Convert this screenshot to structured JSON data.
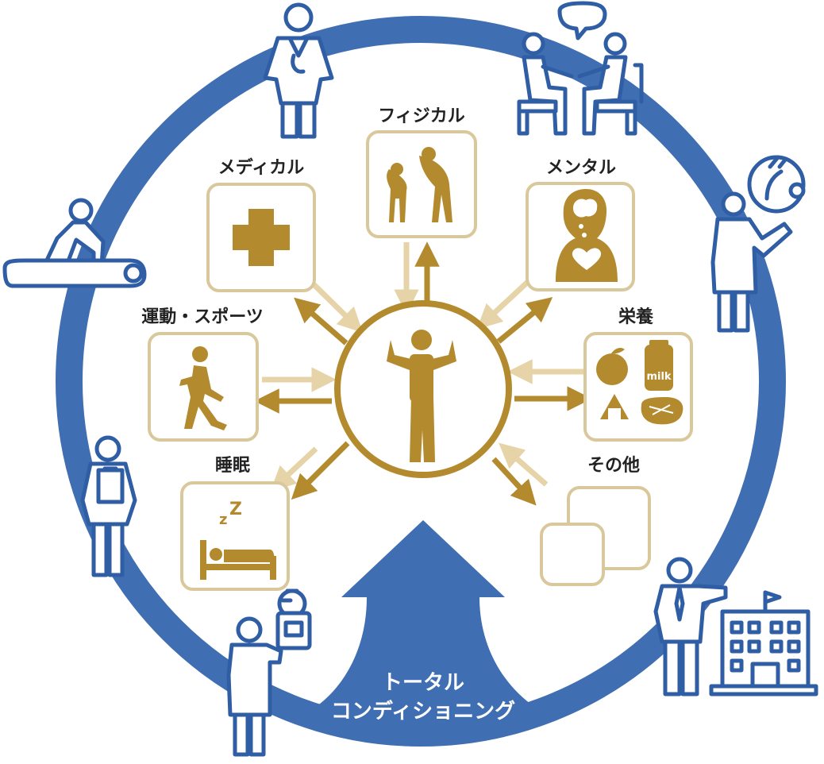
{
  "colors": {
    "ring": "#3f6eb2",
    "gold": "#b38a2e",
    "gold_light": "#e6d4a8",
    "box_border": "#d9c89b",
    "box_fill": "#ffffff",
    "person_stroke": "#2f5ea5",
    "label": "#222222"
  },
  "center": {
    "icon": "athlete-icon"
  },
  "categories": {
    "physical": {
      "label": "フィジカル",
      "icon": "stretching-people-icon"
    },
    "medical": {
      "label": "メディカル",
      "icon": "medical-cross-icon"
    },
    "mental": {
      "label": "メンタル",
      "icon": "head-brain-heart-icon"
    },
    "sports": {
      "label": "運動・スポーツ",
      "icon": "running-person-icon"
    },
    "nutrition": {
      "label": "栄養",
      "icon": "food-milk-icon"
    },
    "sleep": {
      "label": "睡眠",
      "icon": "sleeping-bed-icon"
    },
    "other": {
      "label": "その他",
      "icon": "overlapping-squares-icon"
    }
  },
  "arrow": {
    "line1": "トータル",
    "line2": "コンディショニング"
  },
  "supporters": [
    {
      "name": "doctor-icon"
    },
    {
      "name": "counselor-icon"
    },
    {
      "name": "nutritionist-icon"
    },
    {
      "name": "first-aid-icon"
    },
    {
      "name": "nurse-icon"
    },
    {
      "name": "pharmacist-icon"
    },
    {
      "name": "manager-icon"
    },
    {
      "name": "company-building-icon"
    }
  ]
}
